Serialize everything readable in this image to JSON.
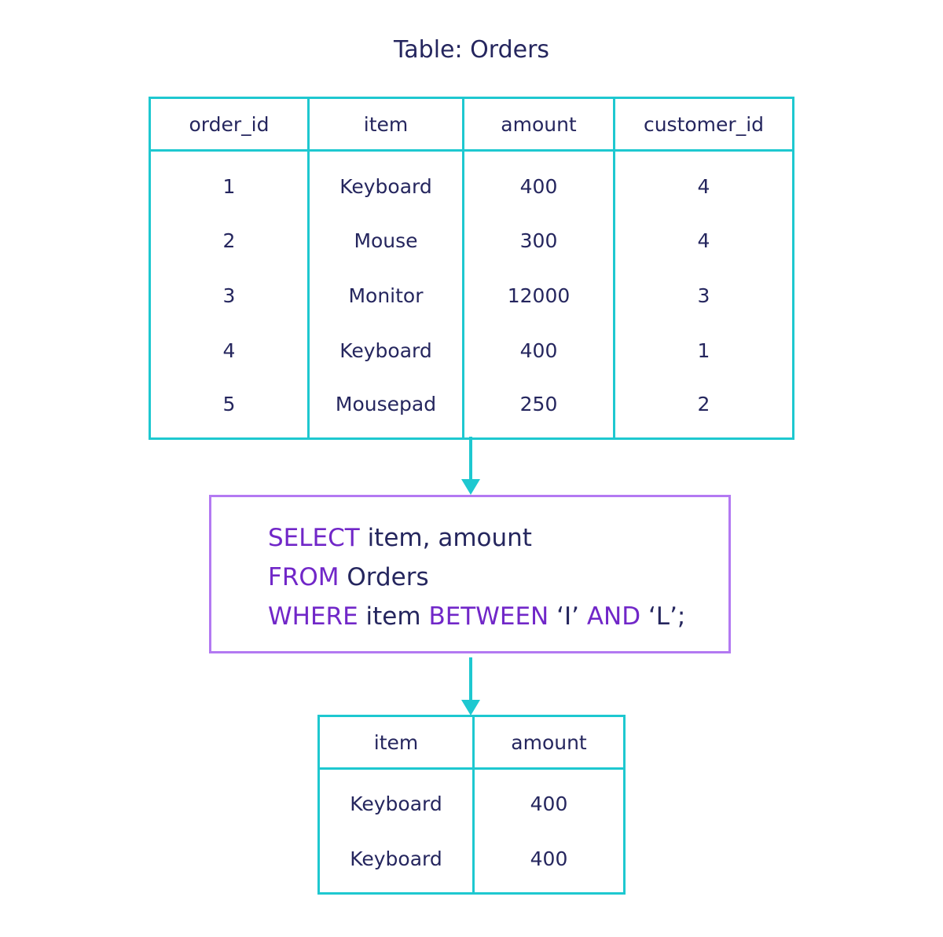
{
  "title": "Table: Orders",
  "orders": {
    "headers": [
      "order_id",
      "item",
      "amount",
      "customer_id"
    ],
    "rows": [
      [
        "1",
        "Keyboard",
        "400",
        "4"
      ],
      [
        "2",
        "Mouse",
        "300",
        "4"
      ],
      [
        "3",
        "Monitor",
        "12000",
        "3"
      ],
      [
        "4",
        "Keyboard",
        "400",
        "1"
      ],
      [
        "5",
        "Mousepad",
        "250",
        "2"
      ]
    ]
  },
  "query": {
    "line1": {
      "kw1": "SELECT",
      "text1": " item, amount"
    },
    "line2": {
      "kw1": "FROM",
      "text1": " Orders"
    },
    "line3": {
      "kw1": "WHERE",
      "text1": " item ",
      "kw2": "BETWEEN",
      "text2": " ‘I’ ",
      "kw3": "AND",
      "text3": " ‘L’;"
    }
  },
  "result": {
    "headers": [
      "item",
      "amount"
    ],
    "rows": [
      [
        "Keyboard",
        "400"
      ],
      [
        "Keyboard",
        "400"
      ]
    ]
  },
  "colors": {
    "table_border": "#1ec8d0",
    "query_border": "#b379f2",
    "keyword": "#7127c8",
    "text": "#25265e"
  }
}
